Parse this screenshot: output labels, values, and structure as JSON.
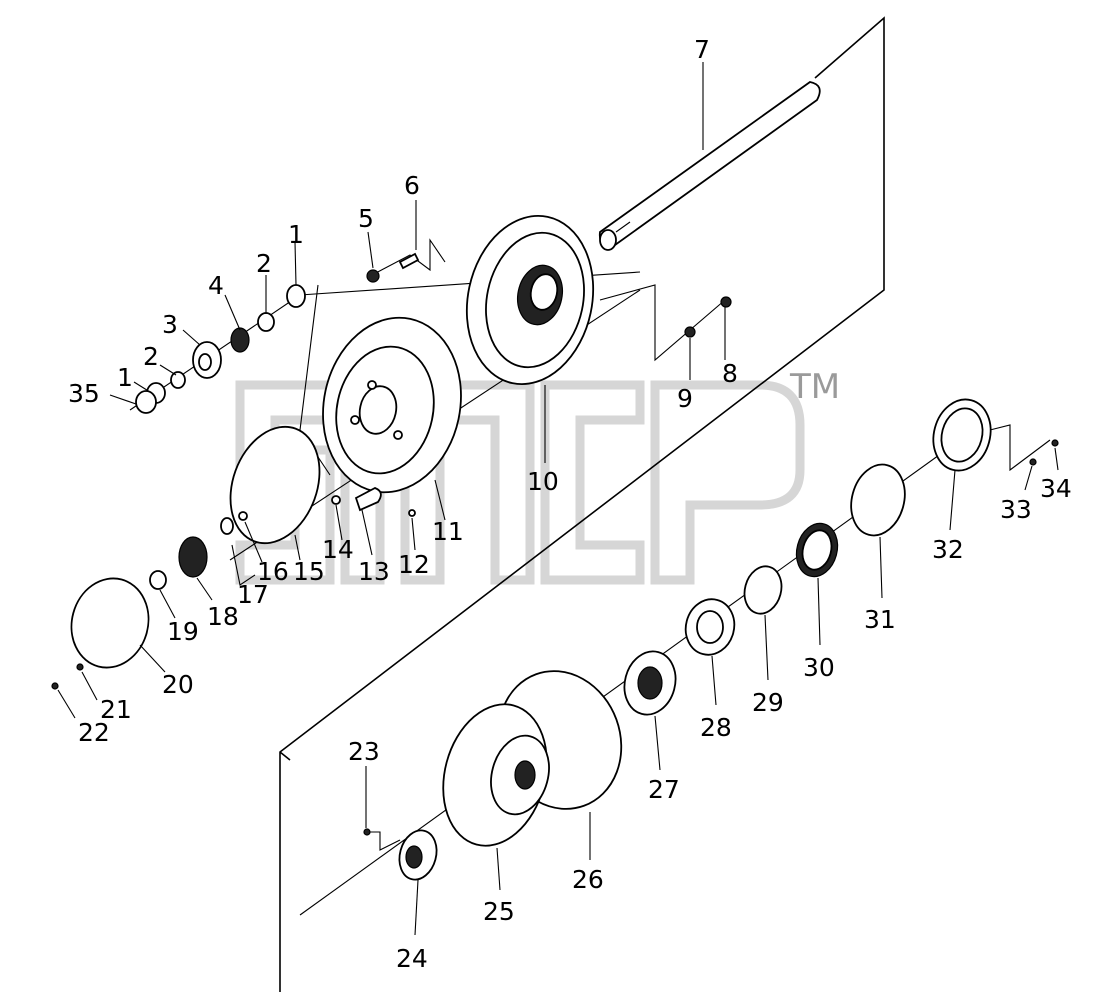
{
  "labels": [
    "1",
    "1",
    "2",
    "2",
    "3",
    "4",
    "5",
    "6",
    "7",
    "8",
    "9",
    "10",
    "11",
    "12",
    "13",
    "14",
    "15",
    "16",
    "17",
    "18",
    "19",
    "20",
    "21",
    "22",
    "23",
    "24",
    "25",
    "26",
    "27",
    "28",
    "29",
    "30",
    "31",
    "32",
    "33",
    "34",
    "35"
  ],
  "watermark": {
    "mark": "TM"
  }
}
